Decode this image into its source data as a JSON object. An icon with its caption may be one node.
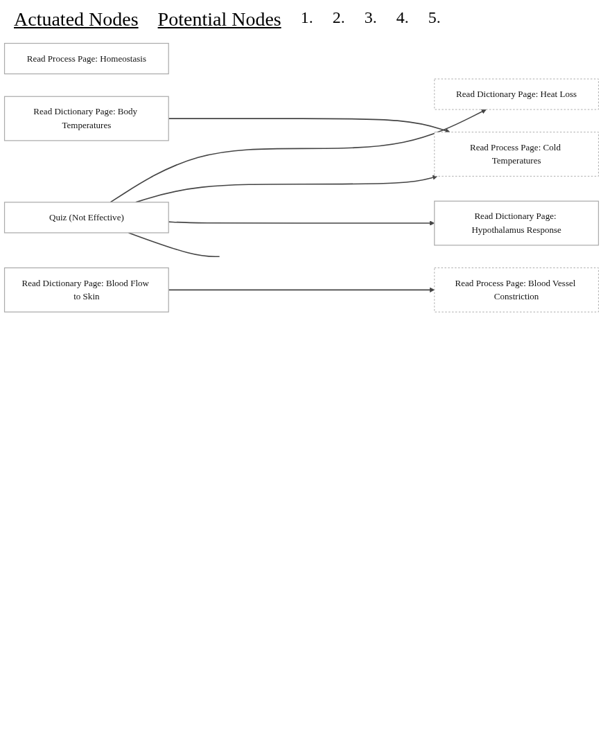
{
  "diagram": {
    "nodes": [
      {
        "text": [
          "Read Process Page: Homeostasis"
        ]
      },
      {
        "text": [
          "Read Dictionary Page: Body Temperatures"
        ]
      },
      {
        "text": [
          "Read Dictionary Page: Blood Flow to Skin"
        ]
      },
      {
        "text": [
          "Read Process Page: Blood Vessel Constriction"
        ]
      },
      {
        "text": [
          "Quiz (Not Effective)"
        ]
      },
      {
        "text": [
          "Read Dictionary Page: Heat Loss"
        ]
      },
      {
        "text": [
          "Read Dictionary Page: Hypothalamus Response"
        ]
      },
      {
        "text": [
          "Read Process Page: Cold Temperatures"
        ]
      }
    ],
    "edges": [
      {
        "from": 1,
        "to": 7,
        "arrow": "to"
      },
      {
        "from": 2,
        "to": 3,
        "arrow": "to"
      },
      {
        "from": 4,
        "to": 5,
        "arrow": "to"
      },
      {
        "from": 4,
        "to": 7,
        "arrow": "to"
      },
      {
        "from": 4,
        "to": 6,
        "arrow": "to"
      },
      {
        "from": 4,
        "to": null,
        "arrow": "none"
      }
    ],
    "labels": [
      "Actuated Nodes",
      "Potential Nodes",
      "1.",
      "2.",
      "3.",
      "4.",
      "5."
    ]
  }
}
